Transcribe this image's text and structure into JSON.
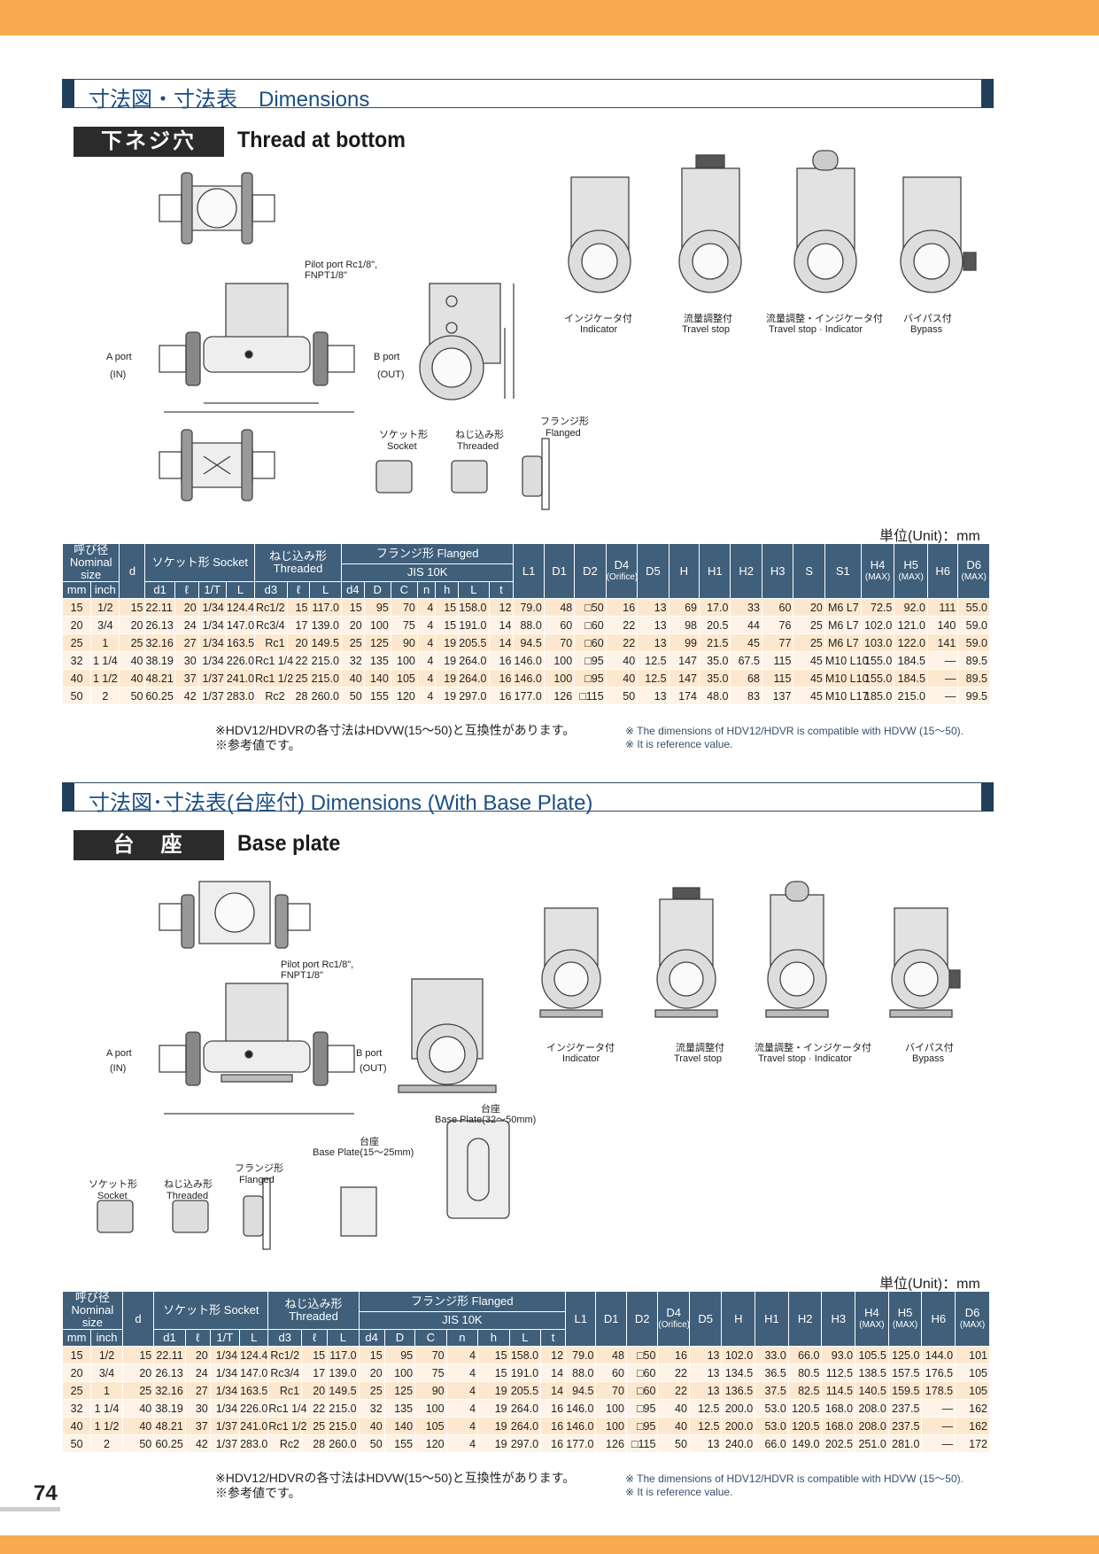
{
  "page_number": "74",
  "colors": {
    "band": "#f9a94e",
    "header_blue": "#3f5f7a",
    "row": "#fde8cf",
    "title_blue": "#1b4f83"
  },
  "section1": {
    "title": "寸法図・寸法表　Dimensions",
    "badge": "下ネジ穴",
    "subtitle": "Thread at bottom",
    "labels": {
      "pilot": "Pilot port Rc1/8\",",
      "pilot2": "FNPT1/8\"",
      "aport": "A port",
      "aport_in": "(IN)",
      "bport": "B port",
      "bport_out": "(OUT)",
      "indicator_jp": "インジケータ付",
      "indicator_en": "Indicator",
      "travel_jp": "流量調整付",
      "travel_en": "Travel stop",
      "travelind_jp": "流量調整・インジケータ付",
      "travelind_en": "Travel stop · Indicator",
      "bypass_jp": "バイパス付",
      "bypass_en": "Bypass",
      "socket_jp": "ソケット形",
      "socket_en": "Socket",
      "threaded_jp": "ねじ込み形",
      "threaded_en": "Threaded",
      "flanged_jp": "フランジ形",
      "flanged_en": "Flanged"
    },
    "unit": "単位(Unit)：mm",
    "rows": [
      [
        "15",
        "1/2",
        "15",
        "22.11",
        "20",
        "1/34",
        "124.4",
        "Rc1/2",
        "15",
        "117.0",
        "15",
        "95",
        "70",
        "4",
        "15",
        "158.0",
        "12",
        "79.0",
        "48",
        "□50",
        "16",
        "13",
        "69",
        "17.0",
        "33",
        "60",
        "20",
        "M6 L7",
        "72.5",
        "92.0",
        "111",
        "55.0"
      ],
      [
        "20",
        "3/4",
        "20",
        "26.13",
        "24",
        "1/34",
        "147.0",
        "Rc3/4",
        "17",
        "139.0",
        "20",
        "100",
        "75",
        "4",
        "15",
        "191.0",
        "14",
        "88.0",
        "60",
        "□60",
        "22",
        "13",
        "98",
        "20.5",
        "44",
        "76",
        "25",
        "M6 L7",
        "102.0",
        "121.0",
        "140",
        "59.0"
      ],
      [
        "25",
        "1",
        "25",
        "32.16",
        "27",
        "1/34",
        "163.5",
        "Rc1",
        "20",
        "149.5",
        "25",
        "125",
        "90",
        "4",
        "19",
        "205.5",
        "14",
        "94.5",
        "70",
        "□60",
        "22",
        "13",
        "99",
        "21.5",
        "45",
        "77",
        "25",
        "M6 L7",
        "103.0",
        "122.0",
        "141",
        "59.0"
      ],
      [
        "32",
        "1 1/4",
        "40",
        "38.19",
        "30",
        "1/34",
        "226.0",
        "Rc1 1/4",
        "22",
        "215.0",
        "32",
        "135",
        "100",
        "4",
        "19",
        "264.0",
        "16",
        "146.0",
        "100",
        "□95",
        "40",
        "12.5",
        "147",
        "35.0",
        "67.5",
        "115",
        "45",
        "M10 L10",
        "155.0",
        "184.5",
        "—",
        "89.5"
      ],
      [
        "40",
        "1 1/2",
        "40",
        "48.21",
        "37",
        "1/37",
        "241.0",
        "Rc1 1/2",
        "25",
        "215.0",
        "40",
        "140",
        "105",
        "4",
        "19",
        "264.0",
        "16",
        "146.0",
        "100",
        "□95",
        "40",
        "12.5",
        "147",
        "35.0",
        "68",
        "115",
        "45",
        "M10 L10",
        "155.0",
        "184.5",
        "—",
        "89.5"
      ],
      [
        "50",
        "2",
        "50",
        "60.25",
        "42",
        "1/37",
        "283.0",
        "Rc2",
        "28",
        "260.0",
        "50",
        "155",
        "120",
        "4",
        "19",
        "297.0",
        "16",
        "177.0",
        "126",
        "□115",
        "50",
        "13",
        "174",
        "48.0",
        "83",
        "137",
        "45",
        "M10 L17",
        "185.0",
        "215.0",
        "—",
        "99.5"
      ]
    ],
    "note_jp1": "※HDV12/HDVRの各寸法はHDVW(15～50)と互換性があります。",
    "note_jp2": "※参考値です。",
    "note_en1": "※ The dimensions of HDV12/HDVR is compatible with HDVW (15～50).",
    "note_en2": "※ It is reference value."
  },
  "section2": {
    "title": "寸法図･寸法表(台座付)  Dimensions (With Base Plate)",
    "badge": "台　座",
    "subtitle": "Base plate",
    "labels": {
      "pilot": "Pilot port Rc1/8\",",
      "pilot2": "FNPT1/8\"",
      "aport": "A port",
      "aport_in": "(IN)",
      "bport": "B port",
      "bport_out": "(OUT)",
      "indicator_jp": "インジケータ付",
      "indicator_en": "Indicator",
      "travel_jp": "流量調整付",
      "travel_en": "Travel stop",
      "travelind_jp": "流量調整・インジケータ付",
      "travelind_en": "Travel stop · Indicator",
      "bypass_jp": "バイパス付",
      "bypass_en": "Bypass",
      "socket_jp": "ソケット形",
      "socket_en": "Socket",
      "threaded_jp": "ねじ込み形",
      "threaded_en": "Threaded",
      "flanged_jp": "フランジ形",
      "flanged_en": "Flanged",
      "bp_small_jp": "台座",
      "bp_small_en": "Base Plate(15～25mm)",
      "bp_large_jp": "台座",
      "bp_large_en": "Base Plate(32～50mm)"
    },
    "unit": "単位(Unit)：mm",
    "rows": [
      [
        "15",
        "1/2",
        "15",
        "22.11",
        "20",
        "1/34",
        "124.4",
        "Rc1/2",
        "15",
        "117.0",
        "15",
        "95",
        "70",
        "4",
        "15",
        "158.0",
        "12",
        "79.0",
        "48",
        "□50",
        "16",
        "13",
        "102.0",
        "33.0",
        "66.0",
        "93.0",
        "105.5",
        "125.0",
        "144.0",
        "101"
      ],
      [
        "20",
        "3/4",
        "20",
        "26.13",
        "24",
        "1/34",
        "147.0",
        "Rc3/4",
        "17",
        "139.0",
        "20",
        "100",
        "75",
        "4",
        "15",
        "191.0",
        "14",
        "88.0",
        "60",
        "□60",
        "22",
        "13",
        "134.5",
        "36.5",
        "80.5",
        "112.5",
        "138.5",
        "157.5",
        "176.5",
        "105"
      ],
      [
        "25",
        "1",
        "25",
        "32.16",
        "27",
        "1/34",
        "163.5",
        "Rc1",
        "20",
        "149.5",
        "25",
        "125",
        "90",
        "4",
        "19",
        "205.5",
        "14",
        "94.5",
        "70",
        "□60",
        "22",
        "13",
        "136.5",
        "37.5",
        "82.5",
        "114.5",
        "140.5",
        "159.5",
        "178.5",
        "105"
      ],
      [
        "32",
        "1 1/4",
        "40",
        "38.19",
        "30",
        "1/34",
        "226.0",
        "Rc1 1/4",
        "22",
        "215.0",
        "32",
        "135",
        "100",
        "4",
        "19",
        "264.0",
        "16",
        "146.0",
        "100",
        "□95",
        "40",
        "12.5",
        "200.0",
        "53.0",
        "120.5",
        "168.0",
        "208.0",
        "237.5",
        "—",
        "162"
      ],
      [
        "40",
        "1 1/2",
        "40",
        "48.21",
        "37",
        "1/37",
        "241.0",
        "Rc1 1/2",
        "25",
        "215.0",
        "40",
        "140",
        "105",
        "4",
        "19",
        "264.0",
        "16",
        "146.0",
        "100",
        "□95",
        "40",
        "12.5",
        "200.0",
        "53.0",
        "120.5",
        "168.0",
        "208.0",
        "237.5",
        "—",
        "162"
      ],
      [
        "50",
        "2",
        "50",
        "60.25",
        "42",
        "1/37",
        "283.0",
        "Rc2",
        "28",
        "260.0",
        "50",
        "155",
        "120",
        "4",
        "19",
        "297.0",
        "16",
        "177.0",
        "126",
        "□115",
        "50",
        "13",
        "240.0",
        "66.0",
        "149.0",
        "202.5",
        "251.0",
        "281.0",
        "—",
        "172"
      ]
    ],
    "note_jp1": "※HDV12/HDVRの各寸法はHDVW(15～50)と互換性があります。",
    "note_jp2": "※参考値です。",
    "note_en1": "※ The dimensions of HDV12/HDVR is compatible with HDVW (15～50).",
    "note_en2": "※ It is reference value."
  },
  "headers": {
    "nominal": "呼び径 Nominal size",
    "d": "d",
    "socket": "ソケット形 Socket",
    "threaded": "ねじ込み形 Threaded",
    "flanged": "フランジ形  Flanged",
    "jis": "JIS 10K",
    "mm": "mm",
    "inch": "inch",
    "d1": "d1",
    "l": "ℓ",
    "t": "1/T",
    "L": "L",
    "d3": "d3",
    "d4": "d4",
    "D": "D",
    "C": "C",
    "n": "n",
    "h": "h",
    "tt": "t",
    "L1": "L1",
    "D1": "D1",
    "D2": "D2",
    "D4": "D4",
    "D4sub": "(Orifice)",
    "D5": "D5",
    "H": "H",
    "H1": "H1",
    "H2": "H2",
    "H3": "H3",
    "S": "S",
    "S1": "S1",
    "H4": "H4",
    "H5": "H5",
    "H6": "H6",
    "D6": "D6",
    "max": "(MAX)"
  }
}
